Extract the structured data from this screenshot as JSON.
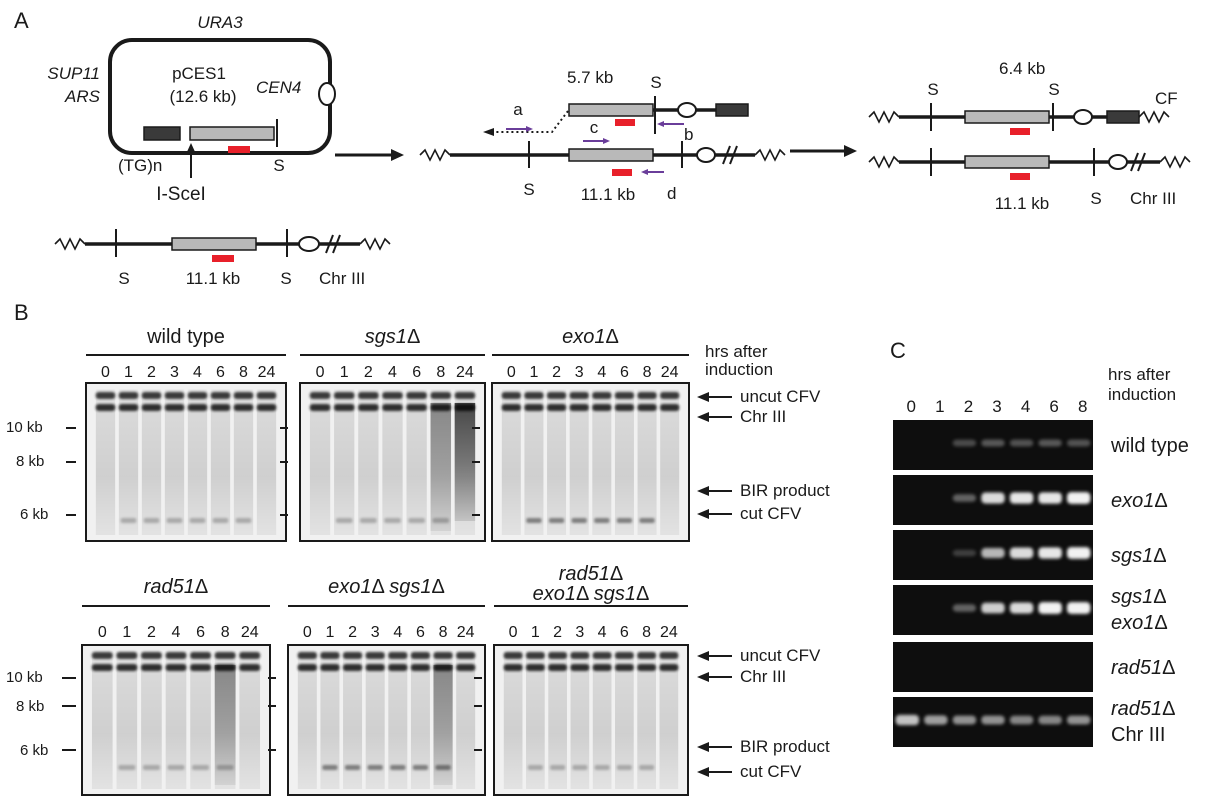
{
  "panel_labels": {
    "a": "A",
    "b": "B",
    "c": "C"
  },
  "schematic": {
    "plasmid": {
      "ura3": "URA3",
      "sup11": "SUP11",
      "ars": "ARS",
      "name": "pCES1",
      "size": "(12.6 kb)",
      "cen4": "CEN4",
      "tg": "(TG)n",
      "scei": "I-SceI",
      "s": "S"
    },
    "chr_bottom": {
      "s_left": "S",
      "s_right": "S",
      "size": "11.1 kb",
      "chr": "Chr III"
    },
    "intermediate": {
      "size_top": "5.7 kb",
      "s_top": "S",
      "primer_a": "a",
      "primer_b": "b",
      "primer_c": "c",
      "primer_d": "d",
      "s_bottom": "S",
      "size_bottom": "11.1 kb"
    },
    "product": {
      "size_top": "6.4 kb",
      "s_top_left": "S",
      "s_top_right": "S",
      "cf": "CF",
      "size_bottom": "11.1 kb",
      "s_bottom": "S",
      "chr": "Chr III"
    }
  },
  "blots": {
    "markers": [
      "10 kb",
      "8 kb",
      "6 kb"
    ],
    "hrs_line1": "hrs after",
    "hrs_line2": "induction",
    "side_labels": [
      "uncut CFV",
      "Chr III",
      "BIR product",
      "cut CFV"
    ],
    "top_row": [
      {
        "title": "wild type",
        "title_italic": false,
        "lanes": [
          "0",
          "1",
          "2",
          "3",
          "4",
          "6",
          "8",
          "24"
        ]
      },
      {
        "title": "sgs1Δ",
        "title_italic": true,
        "lanes": [
          "0",
          "1",
          "2",
          "4",
          "6",
          "8",
          "24"
        ]
      },
      {
        "title": "exo1Δ",
        "title_italic": true,
        "lanes": [
          "0",
          "1",
          "2",
          "3",
          "4",
          "6",
          "8",
          "24"
        ]
      }
    ],
    "bottom_row": [
      {
        "title": "rad51Δ",
        "title2": "",
        "lanes": [
          "0",
          "1",
          "2",
          "4",
          "6",
          "8",
          "24"
        ]
      },
      {
        "title": "exo1Δ sgs1Δ",
        "title2": "",
        "lanes": [
          "0",
          "1",
          "2",
          "3",
          "4",
          "6",
          "8",
          "24"
        ]
      },
      {
        "title": "rad51Δ",
        "title2": "exo1Δ sgs1Δ",
        "lanes": [
          "0",
          "1",
          "2",
          "3",
          "4",
          "6",
          "8",
          "24"
        ]
      }
    ]
  },
  "pcr": {
    "hrs_line1": "hrs after",
    "hrs_line2": "induction",
    "lanes": [
      "0",
      "1",
      "2",
      "3",
      "4",
      "6",
      "8"
    ],
    "rows": [
      {
        "label": "wild type",
        "label2": "",
        "intensity": [
          0,
          0,
          0.25,
          0.3,
          0.28,
          0.3,
          0.28
        ]
      },
      {
        "label": "exo1Δ",
        "label2": "",
        "intensity": [
          0,
          0,
          0.35,
          0.85,
          0.9,
          0.9,
          0.95
        ]
      },
      {
        "label": "sgs1Δ",
        "label2": "",
        "intensity": [
          0,
          0,
          0.2,
          0.7,
          0.85,
          0.9,
          0.95
        ]
      },
      {
        "label": "sgs1Δ",
        "label2": "exo1Δ",
        "intensity": [
          0,
          0,
          0.35,
          0.8,
          0.85,
          0.95,
          0.95
        ]
      },
      {
        "label": "rad51Δ",
        "label2": "",
        "intensity": [
          0,
          0,
          0,
          0,
          0,
          0,
          0
        ]
      },
      {
        "label": "rad51Δ",
        "label2": "Chr III",
        "intensity": [
          0.75,
          0.6,
          0.55,
          0.55,
          0.5,
          0.5,
          0.55
        ]
      }
    ]
  },
  "colors": {
    "probe": "#e8202a",
    "primer": "#6a3d9a",
    "gray_box": "#b9b9b9",
    "dark_box": "#3a3a3a"
  }
}
